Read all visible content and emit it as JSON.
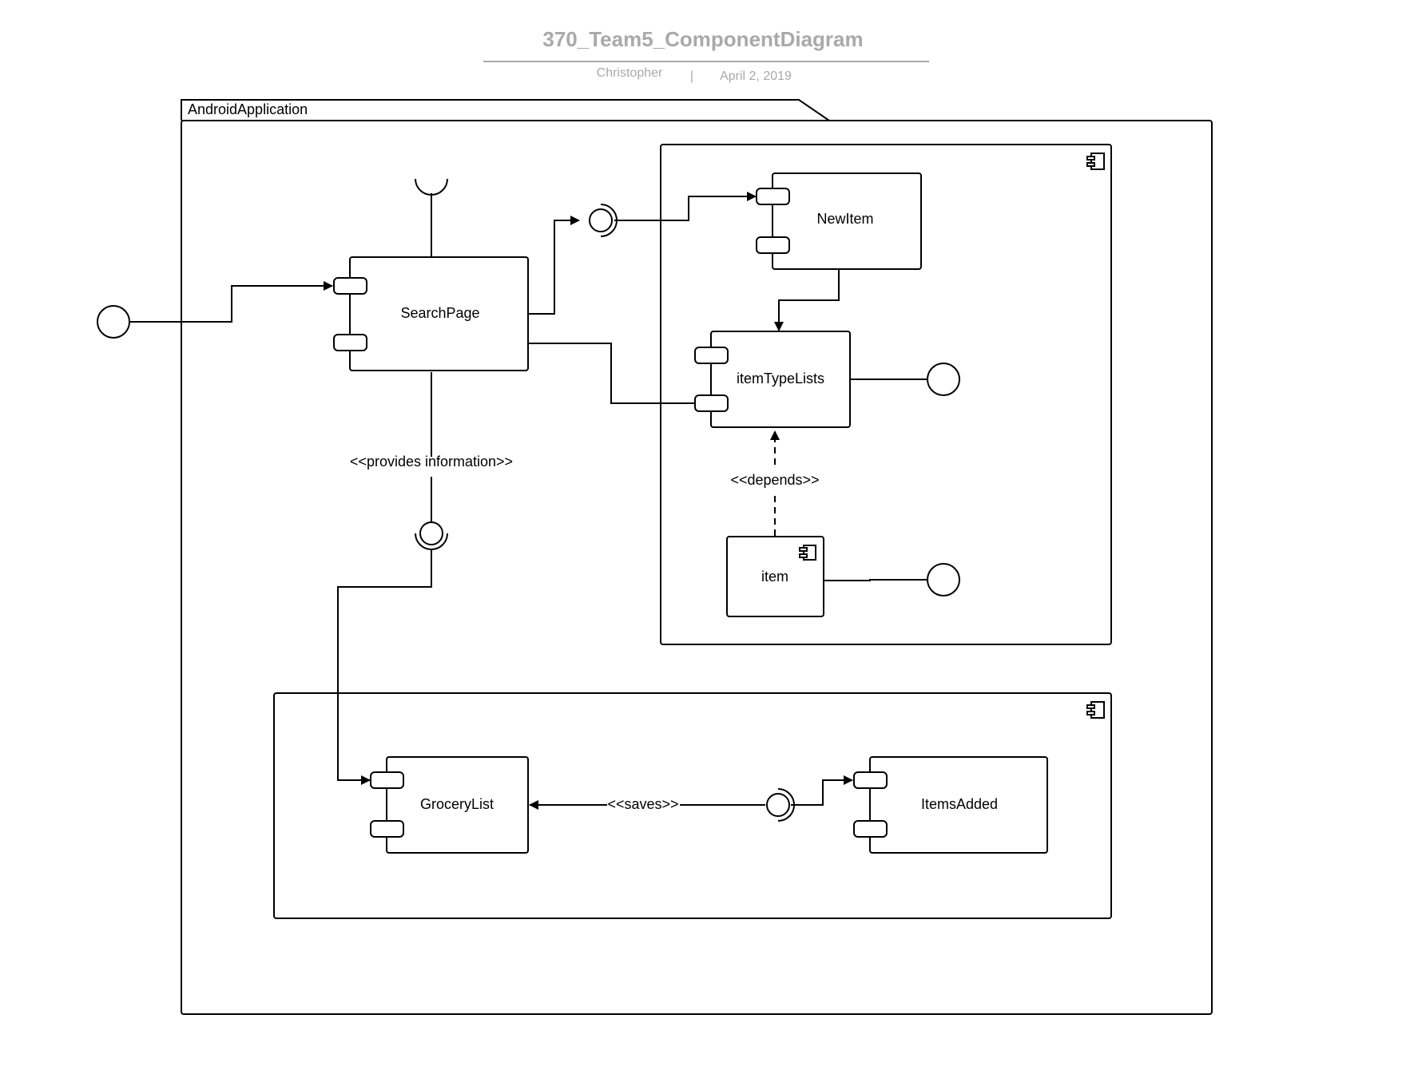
{
  "header": {
    "title": "370_Team5_ComponentDiagram",
    "author": "Christopher",
    "separator": "|",
    "date": "April 2, 2019"
  },
  "package": {
    "name": "AndroidApplication"
  },
  "components": {
    "search_page": "SearchPage",
    "new_item": "NewItem",
    "item_type_lists": "itemTypeLists",
    "item": "item",
    "grocery_list": "GroceryList",
    "items_added": "ItemsAdded"
  },
  "relations": {
    "provides_information": "<<provides information>>",
    "depends": "<<depends>>",
    "saves": "<<saves>>"
  },
  "colors": {
    "stroke": "#000000",
    "title_gray": "#a9a9a9",
    "background": "#ffffff"
  }
}
